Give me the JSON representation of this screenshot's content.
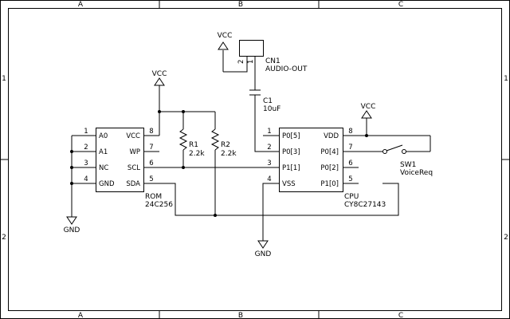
{
  "sheet": {
    "zones_top": [
      "A",
      "B",
      "C"
    ],
    "zones_bottom": [
      "A",
      "B",
      "C"
    ],
    "rows_left": [
      "1",
      "2"
    ],
    "rows_right": [
      "1",
      "2"
    ]
  },
  "power": {
    "vcc_top": "VCC",
    "vcc_rom": "VCC",
    "vcc_sw": "VCC",
    "gnd_rom": "GND",
    "gnd_cpu": "GND"
  },
  "rom": {
    "ref": "ROM",
    "part": "24C256",
    "pins_left": [
      {
        "num": "1",
        "name": "A0"
      },
      {
        "num": "2",
        "name": "A1"
      },
      {
        "num": "3",
        "name": "NC"
      },
      {
        "num": "4",
        "name": "GND"
      }
    ],
    "pins_right": [
      {
        "num": "8",
        "name": "VCC"
      },
      {
        "num": "7",
        "name": "WP"
      },
      {
        "num": "6",
        "name": "SCL"
      },
      {
        "num": "5",
        "name": "SDA"
      }
    ]
  },
  "cpu": {
    "ref": "CPU",
    "part": "CY8C27143",
    "pins_left": [
      {
        "num": "1",
        "name": "P0[5]"
      },
      {
        "num": "2",
        "name": "P0[3]"
      },
      {
        "num": "3",
        "name": "P1[1]"
      },
      {
        "num": "4",
        "name": "VSS"
      }
    ],
    "pins_right": [
      {
        "num": "8",
        "name": "VDD"
      },
      {
        "num": "7",
        "name": "P0[4]"
      },
      {
        "num": "6",
        "name": "P0[2]"
      },
      {
        "num": "5",
        "name": "P1[0]"
      }
    ]
  },
  "r1": {
    "ref": "R1",
    "value": "2.2k"
  },
  "r2": {
    "ref": "R2",
    "value": "2.2k"
  },
  "c1": {
    "ref": "C1",
    "value": "10uF"
  },
  "cn1": {
    "ref": "CN1",
    "value": "AUDIO-OUT",
    "pin1": "1",
    "pin2": "2"
  },
  "sw1": {
    "ref": "SW1",
    "value": "VoiceReq"
  }
}
